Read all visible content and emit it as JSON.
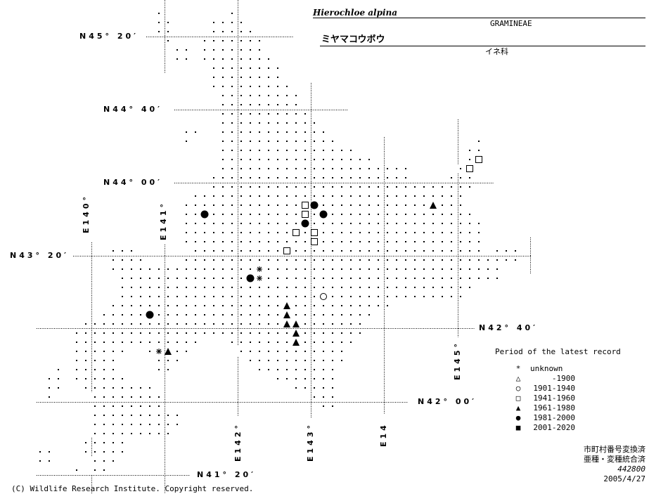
{
  "header": {
    "scientific_name": "Hierochloe alpina",
    "family_latin": "GRAMINEAE",
    "japanese_name": "ミヤマコウボウ",
    "family_japanese": "イネ科"
  },
  "latitude_labels": [
    "N45° 20′",
    "N44° 40′",
    "N44° 00′",
    "N43° 20′",
    "N42° 40′",
    "N42° 00′",
    "N41° 20′"
  ],
  "longitude_labels": [
    "E140°",
    "E141°",
    "E142°",
    "E143°",
    "E14",
    "E145°"
  ],
  "legend": {
    "title": "Period of the latest record",
    "items": [
      {
        "symbol": "asterisk",
        "label": "unknown",
        "glyph": "*"
      },
      {
        "symbol": "triangle-open",
        "label": "-1900",
        "glyph": "△"
      },
      {
        "symbol": "circle-open",
        "label": "1901-1940",
        "glyph": "○"
      },
      {
        "symbol": "square-open",
        "label": "1941-1960",
        "glyph": "□"
      },
      {
        "symbol": "triangle-filled",
        "label": "1961-1980",
        "glyph": "▲"
      },
      {
        "symbol": "circle-filled",
        "label": "1981-2000",
        "glyph": "●"
      },
      {
        "symbol": "square-filled",
        "label": "2001-2020",
        "glyph": "■"
      }
    ]
  },
  "notes": {
    "line1": "市町村番号変換済",
    "line2": "亜種・変種統合済",
    "code": "442800",
    "date": "2005/4/27"
  },
  "copyright": "(C) Wildlife Research Institute. Copyright reserved.",
  "survey_grid_rows": [
    [
      [
        12,
        12
      ],
      [
        20,
        20
      ]
    ],
    [
      [
        12,
        13
      ],
      [
        18,
        21
      ]
    ],
    [
      [
        12,
        13
      ],
      [
        18,
        22
      ]
    ],
    [
      [
        13,
        13
      ],
      [
        17,
        23
      ]
    ],
    [
      [
        14,
        15
      ],
      [
        17,
        23
      ]
    ],
    [
      [
        14,
        15
      ],
      [
        17,
        24
      ]
    ],
    [
      [
        18,
        25
      ]
    ],
    [
      [
        18,
        25
      ]
    ],
    [
      [
        18,
        26
      ]
    ],
    [
      [
        19,
        27
      ]
    ],
    [
      [
        19,
        27
      ]
    ],
    [
      [
        19,
        28
      ]
    ],
    [
      [
        19,
        29
      ]
    ],
    [
      [
        15,
        16
      ],
      [
        19,
        30
      ]
    ],
    [
      [
        15,
        15
      ],
      [
        19,
        31
      ],
      [
        47,
        47
      ]
    ],
    [
      [
        19,
        33
      ],
      [
        46,
        47
      ]
    ],
    [
      [
        19,
        35
      ],
      [
        46,
        46
      ]
    ],
    [
      [
        19,
        39
      ],
      [
        45,
        45
      ]
    ],
    [
      [
        18,
        39
      ],
      [
        44,
        46
      ]
    ],
    [
      [
        18,
        46
      ]
    ],
    [
      [
        16,
        45
      ]
    ],
    [
      [
        15,
        45
      ]
    ],
    [
      [
        15,
        46
      ]
    ],
    [
      [
        15,
        47
      ]
    ],
    [
      [
        15,
        47
      ]
    ],
    [
      [
        15,
        47
      ]
    ],
    [
      [
        7,
        9
      ],
      [
        16,
        47
      ],
      [
        49,
        51
      ]
    ],
    [
      [
        7,
        10
      ],
      [
        15,
        51
      ]
    ],
    [
      [
        7,
        49
      ]
    ],
    [
      [
        8,
        49
      ]
    ],
    [
      [
        8,
        46
      ]
    ],
    [
      [
        8,
        45
      ]
    ],
    [
      [
        7,
        37
      ]
    ],
    [
      [
        6,
        35
      ]
    ],
    [
      [
        4,
        34
      ]
    ],
    [
      [
        3,
        34
      ]
    ],
    [
      [
        3,
        16
      ],
      [
        20,
        33
      ]
    ],
    [
      [
        3,
        8
      ],
      [
        11,
        11
      ],
      [
        13,
        15
      ],
      [
        21,
        32
      ]
    ],
    [
      [
        3,
        7
      ],
      [
        12,
        14
      ],
      [
        22,
        32
      ]
    ],
    [
      [
        1,
        1
      ],
      [
        3,
        7
      ],
      [
        12,
        13
      ],
      [
        23,
        31
      ]
    ],
    [
      [
        0,
        1
      ],
      [
        3,
        8
      ],
      [
        25,
        31
      ]
    ],
    [
      [
        0,
        1
      ],
      [
        4,
        11
      ],
      [
        27,
        31
      ]
    ],
    [
      [
        0,
        0
      ],
      [
        5,
        12
      ],
      [
        29,
        31
      ]
    ],
    [
      [
        5,
        12
      ],
      [
        30,
        31
      ]
    ],
    [
      [
        5,
        14
      ]
    ],
    [
      [
        5,
        14
      ]
    ],
    [
      [
        5,
        13
      ]
    ],
    [
      [
        4,
        8
      ]
    ],
    [
      [
        -1,
        0
      ],
      [
        4,
        8
      ]
    ],
    [
      [
        -1,
        0
      ],
      [
        5,
        7
      ]
    ],
    [
      [
        3,
        3
      ],
      [
        5,
        6
      ]
    ]
  ],
  "records": [
    {
      "row": 16,
      "col": 47,
      "period": "1941-1960"
    },
    {
      "row": 17,
      "col": 46,
      "period": "1941-1960"
    },
    {
      "row": 21,
      "col": 28,
      "period": "1941-1960"
    },
    {
      "row": 22,
      "col": 28,
      "period": "1941-1960"
    },
    {
      "row": 24,
      "col": 27,
      "period": "1941-1960"
    },
    {
      "row": 24,
      "col": 29,
      "period": "1941-1960"
    },
    {
      "row": 25,
      "col": 29,
      "period": "1941-1960"
    },
    {
      "row": 26,
      "col": 26,
      "period": "1941-1960"
    },
    {
      "row": 21,
      "col": 29,
      "period": "1981-2000"
    },
    {
      "row": 22,
      "col": 30,
      "period": "1981-2000"
    },
    {
      "row": 23,
      "col": 28,
      "period": "1981-2000"
    },
    {
      "row": 22,
      "col": 17,
      "period": "1981-2000"
    },
    {
      "row": 29,
      "col": 22,
      "period": "1981-2000"
    },
    {
      "row": 33,
      "col": 11,
      "period": "1981-2000"
    },
    {
      "row": 21,
      "col": 42,
      "period": "1961-1980"
    },
    {
      "row": 32,
      "col": 26,
      "period": "1961-1980"
    },
    {
      "row": 33,
      "col": 26,
      "period": "1961-1980"
    },
    {
      "row": 34,
      "col": 26,
      "period": "1961-1980"
    },
    {
      "row": 34,
      "col": 27,
      "period": "1961-1980"
    },
    {
      "row": 35,
      "col": 27,
      "period": "1961-1980"
    },
    {
      "row": 36,
      "col": 27,
      "period": "1961-1980"
    },
    {
      "row": 37,
      "col": 13,
      "period": "1961-1980"
    },
    {
      "row": 28,
      "col": 23,
      "period": "unknown"
    },
    {
      "row": 29,
      "col": 23,
      "period": "unknown"
    },
    {
      "row": 37,
      "col": 12,
      "period": "unknown"
    },
    {
      "row": 31,
      "col": 30,
      "period": "1901-1940"
    }
  ]
}
